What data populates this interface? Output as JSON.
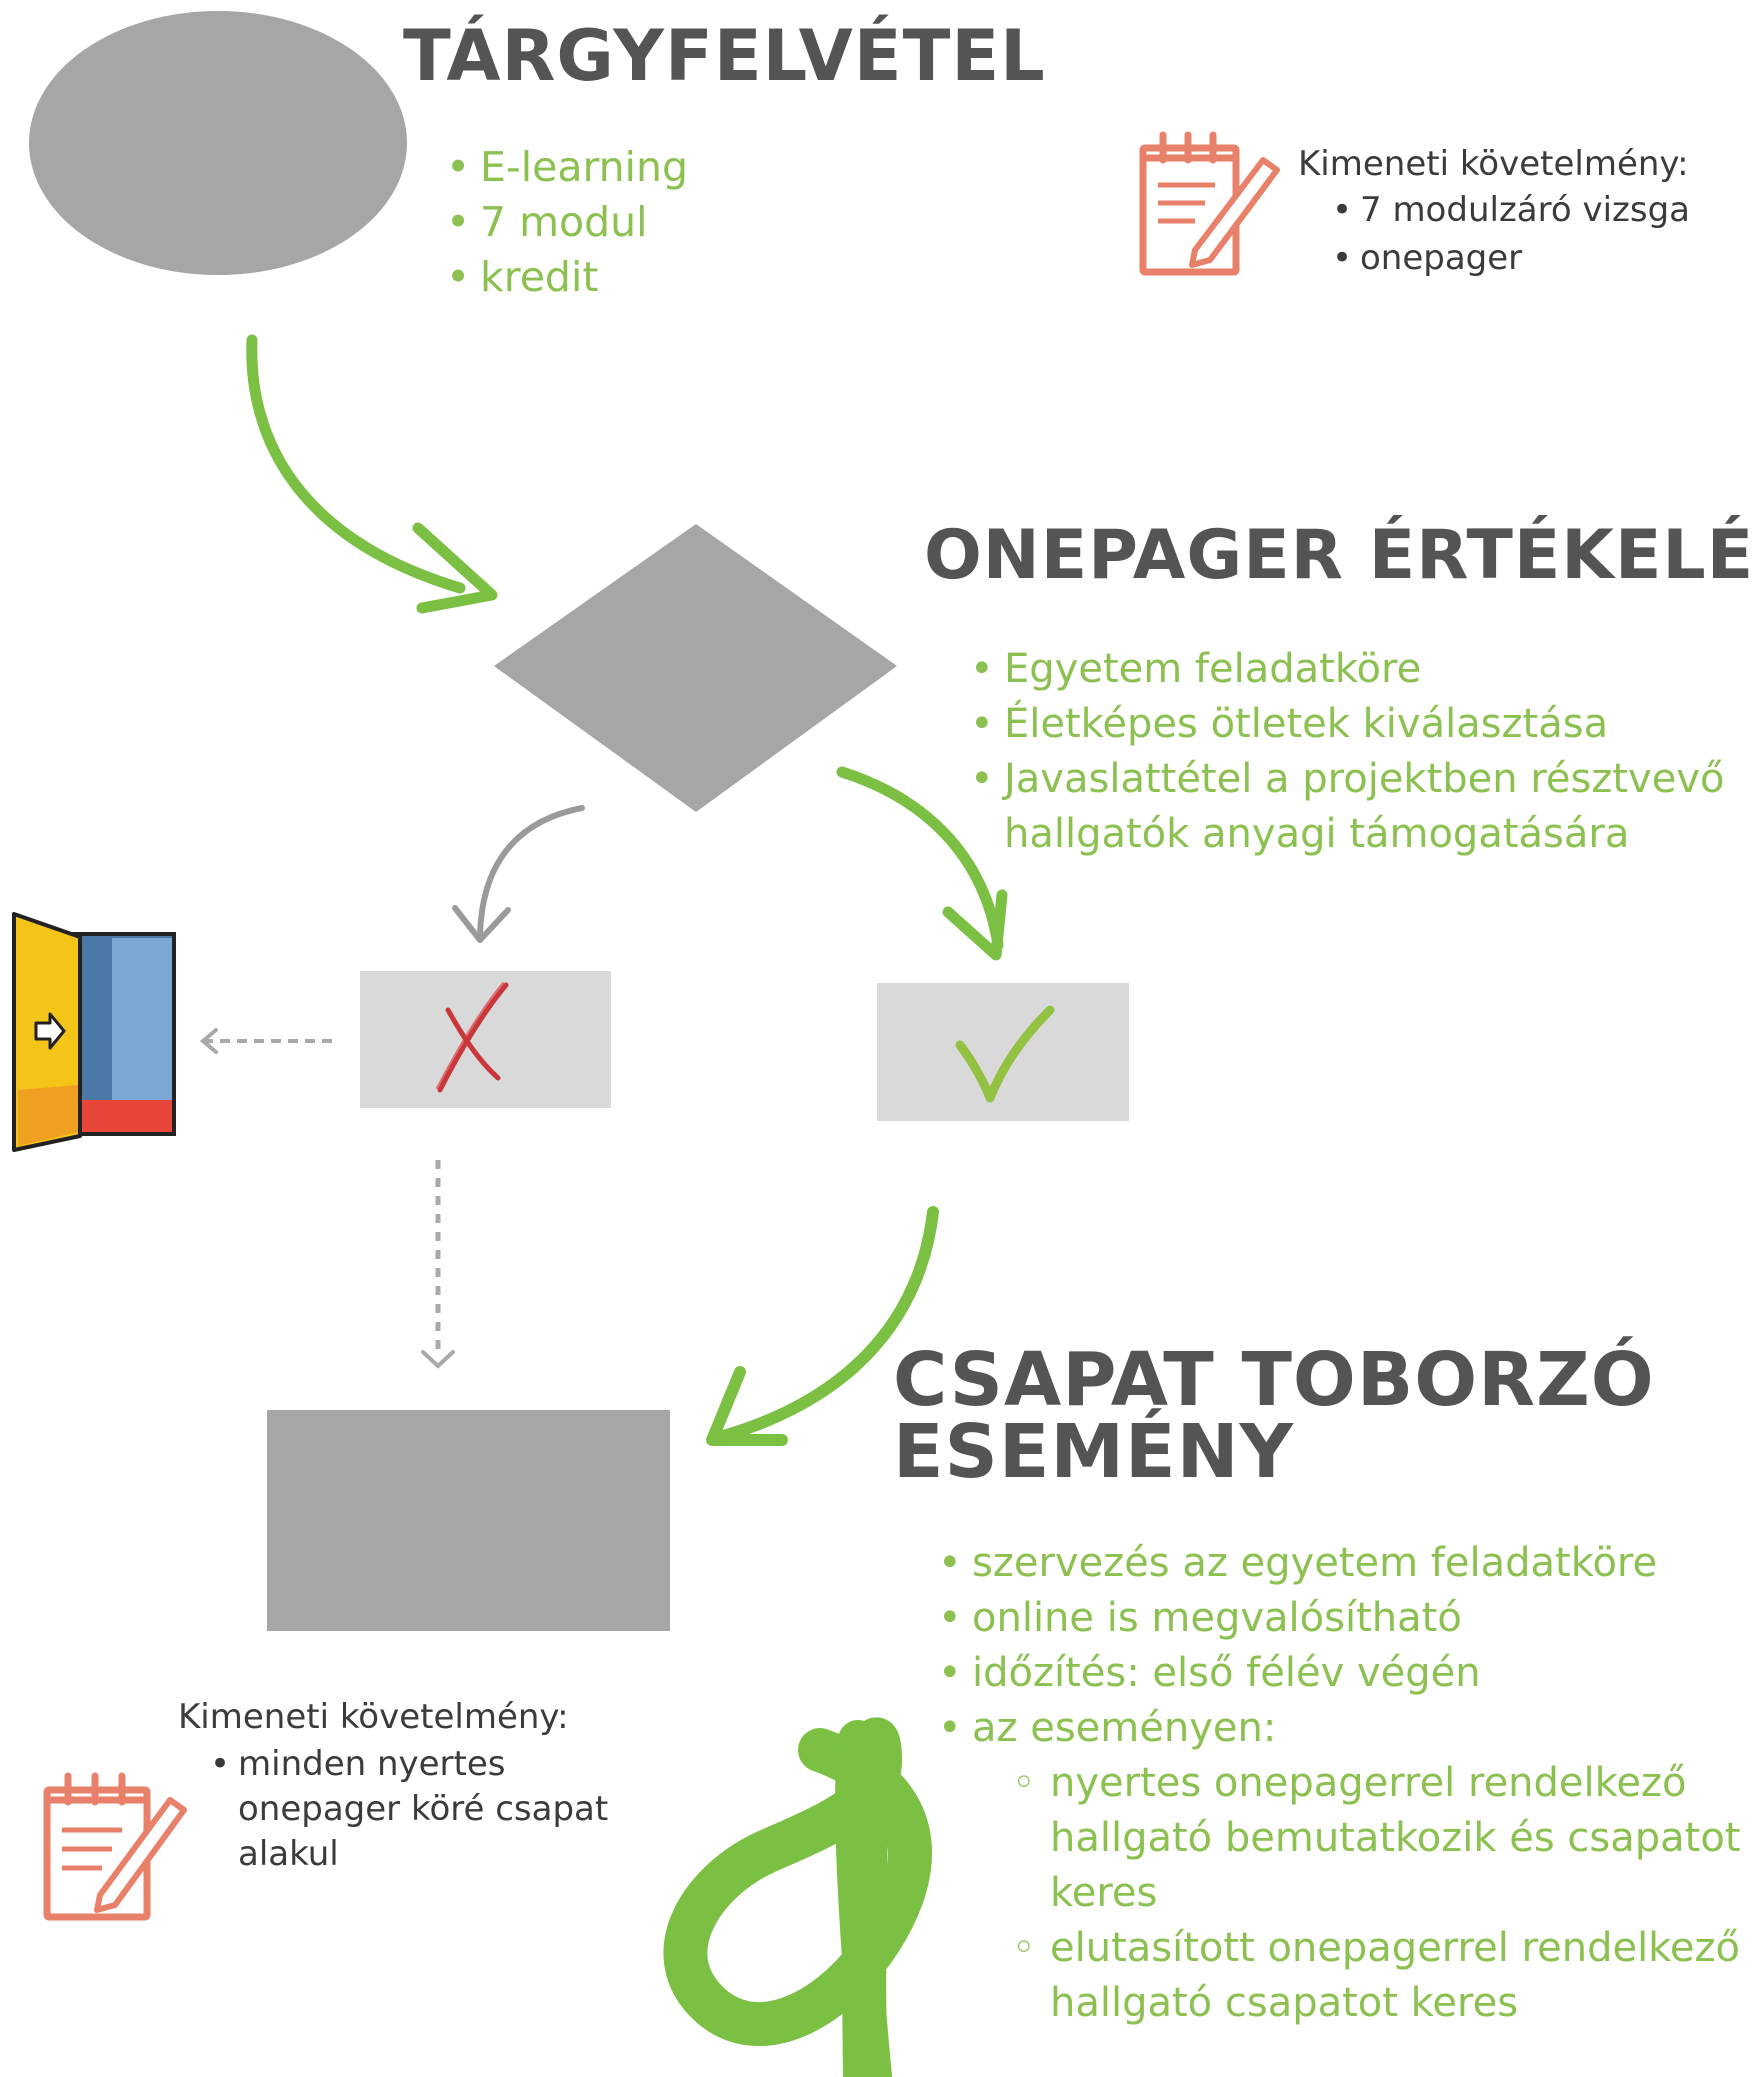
{
  "colors": {
    "green": "#8cc152",
    "arrow_green": "#7bc043",
    "heading": "#545454",
    "shape_gray": "#a6a6a6",
    "box_light": "#d9d9d9",
    "note_red": "#e8806a",
    "reject_red": "#c8373a",
    "check_green": "#93c142"
  },
  "sections": {
    "enrollment": {
      "title": "TÁRGYFELVÉTEL",
      "items": [
        "E-learning",
        "7 modul",
        "kredit"
      ]
    },
    "exit_req_top": {
      "label": "Kimeneti követelmény:",
      "items": [
        "7 modulzáró vizsga",
        "onepager"
      ]
    },
    "evaluation": {
      "title": "ONEPAGER ÉRTÉKELÉS",
      "items": [
        "Egyetem feladatköre",
        "Életképes ötletek kiválasztása",
        "Javaslattétel a projektben résztvevő hallgatók anyagi támogatására"
      ]
    },
    "recruitment": {
      "title_line1": "CSAPAT TOBORZÓ",
      "title_line2": "ESEMÉNY",
      "items": [
        "szervezés az egyetem feladatköre",
        "online is megvalósítható",
        "időzítés: első félév végén",
        "az eseményen:"
      ],
      "subitems": [
        "nyertes onepagerrel rendelkező hallgató bemutatkozik és csapatot keres",
        "elutasított onepagerrel rendelkező hallgató csapatot keres"
      ]
    },
    "exit_req_bottom": {
      "label": "Kimeneti követelmény:",
      "items": [
        "minden nyertes onepager köré csapat alakul"
      ]
    }
  },
  "icons": {
    "notepad": "notepad-pencil-icon",
    "exit_door": "exit-door-icon",
    "reject": "cross-mark-icon",
    "accept": "check-mark-icon"
  }
}
